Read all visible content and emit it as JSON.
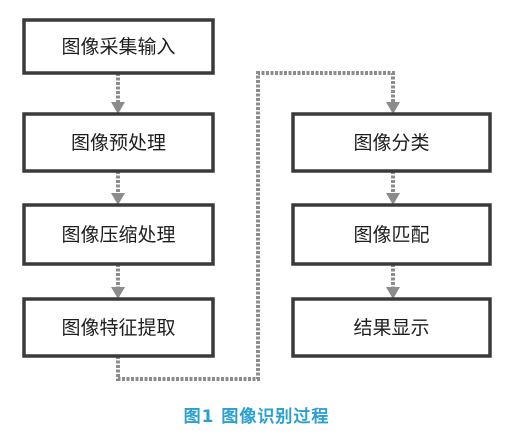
{
  "left_column": [
    {
      "id": "acquisition",
      "label": "图像采集输入"
    },
    {
      "id": "preprocess",
      "label": "图像预处理"
    },
    {
      "id": "compression",
      "label": "图像压缩处理"
    },
    {
      "id": "feature",
      "label": "图像特征提取"
    }
  ],
  "right_column": [
    {
      "id": "classification",
      "label": "图像分类"
    },
    {
      "id": "matching",
      "label": "图像匹配"
    },
    {
      "id": "result",
      "label": "结果显示"
    }
  ],
  "caption": "图1 图像识别过程",
  "colors": {
    "box_border": "#3a3a3a",
    "connector": "#8c8c8c",
    "caption": "#2a9fd0"
  }
}
